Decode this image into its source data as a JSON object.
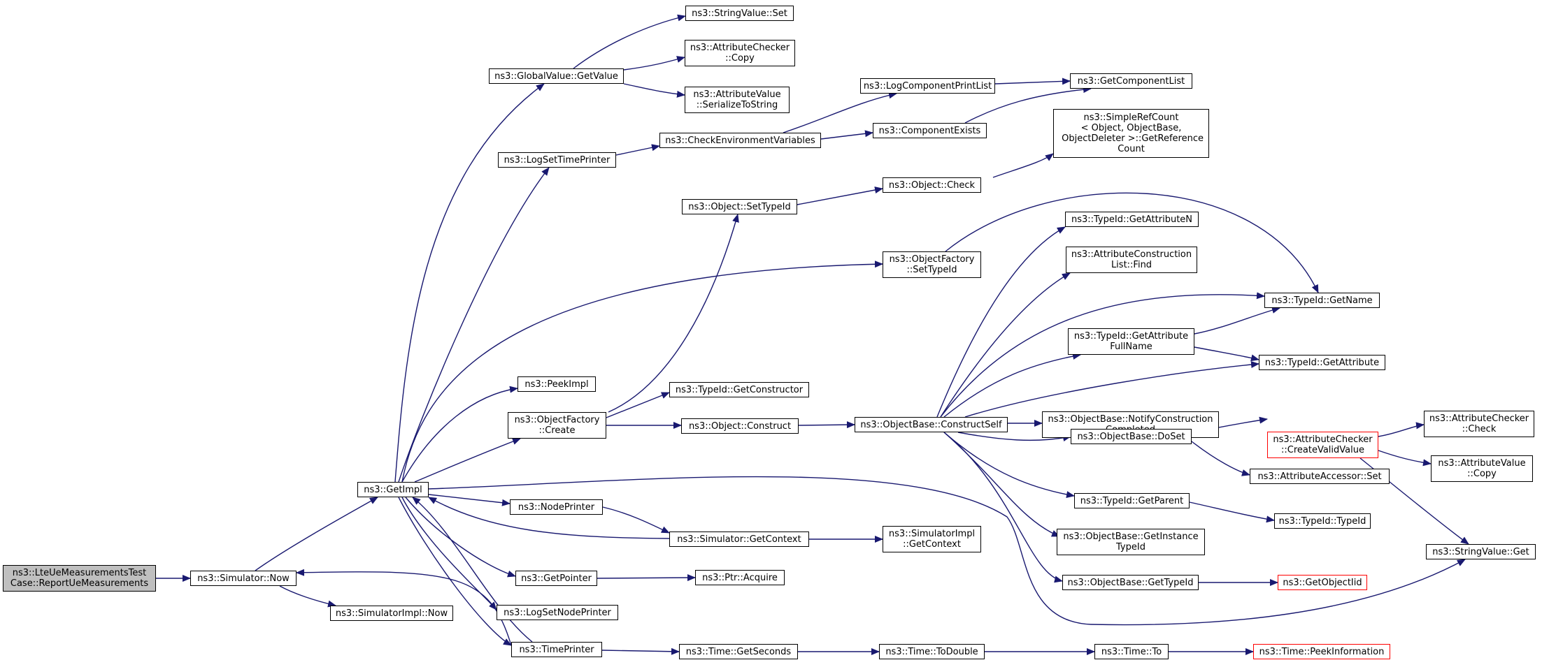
{
  "colors": {
    "edge": "#191970",
    "root_fill": "#bfbfbf",
    "node_border": "#000000",
    "truncated_border": "#ff0000"
  },
  "nodes": {
    "root": "ns3::LteUeMeasurementsTest\nCase::ReportUeMeasurements",
    "sim_now": "ns3::Simulator::Now",
    "simimpl_now": "ns3::SimulatorImpl::Now",
    "getimpl": "ns3::GetImpl",
    "globalvalue_getvalue": "ns3::GlobalValue::GetValue",
    "stringvalue_set": "ns3::StringValue::Set",
    "attrchecker_copy": "ns3::AttributeChecker\n::Copy",
    "attrvalue_serialize": "ns3::AttributeValue\n::SerializeToString",
    "logsettimeprinter": "ns3::LogSetTimePrinter",
    "checkenvvars": "ns3::CheckEnvironmentVariables",
    "logcompprintlist": "ns3::LogComponentPrintList",
    "getcomponentlist": "ns3::GetComponentList",
    "componentexists": "ns3::ComponentExists",
    "simplerefcount": "ns3::SimpleRefCount\n< Object, ObjectBase,\n ObjectDeleter >::GetReference\nCount",
    "object_check": "ns3::Object::Check",
    "object_settypeid": "ns3::Object::SetTypeId",
    "objfactory_settypeid": "ns3::ObjectFactory\n::SetTypeId",
    "typeid_getattributen": "ns3::TypeId::GetAttributeN",
    "attrconstruction_find": "ns3::AttributeConstruction\nList::Find",
    "typeid_getname": "ns3::TypeId::GetName",
    "typeid_getattrfullname": "ns3::TypeId::GetAttribute\nFullName",
    "typeid_getattribute": "ns3::TypeId::GetAttribute",
    "peekimpl": "ns3::PeekImpl",
    "typeid_getconstructor": "ns3::TypeId::GetConstructor",
    "objfactory_create": "ns3::ObjectFactory\n::Create",
    "object_construct": "ns3::Object::Construct",
    "objbase_constructself": "ns3::ObjectBase::ConstructSelf",
    "objbase_notify": "ns3::ObjectBase::NotifyConstruction\nCompleted",
    "attrchecker_createvalid": "ns3::AttributeChecker\n::CreateValidValue",
    "attrchecker_check": "ns3::AttributeChecker\n::Check",
    "objbase_doset": "ns3::ObjectBase::DoSet",
    "attrvalue_copy": "ns3::AttributeValue\n::Copy",
    "attraccessor_set": "ns3::AttributeAccessor::Set",
    "nodeprinter": "ns3::NodePrinter",
    "typeid_getparent": "ns3::TypeId::GetParent",
    "typeid_typeid": "ns3::TypeId::TypeId",
    "sim_getcontext": "ns3::Simulator::GetContext",
    "simimpl_getcontext": "ns3::SimulatorImpl\n::GetContext",
    "objbase_getinstancetypeid": "ns3::ObjectBase::GetInstance\nTypeId",
    "stringvalue_get": "ns3::StringValue::Get",
    "getpointer": "ns3::GetPointer",
    "ptr_acquire": "ns3::Ptr::Acquire",
    "objbase_gettypeid": "ns3::ObjectBase::GetTypeId",
    "getobjectiid": "ns3::GetObjectIid",
    "logsetnodeprinter": "ns3::LogSetNodePrinter",
    "timeprinter": "ns3::TimePrinter",
    "time_getseconds": "ns3::Time::GetSeconds",
    "time_todouble": "ns3::Time::ToDouble",
    "time_to": "ns3::Time::To",
    "time_peekinformation": "ns3::Time::PeekInformation"
  }
}
